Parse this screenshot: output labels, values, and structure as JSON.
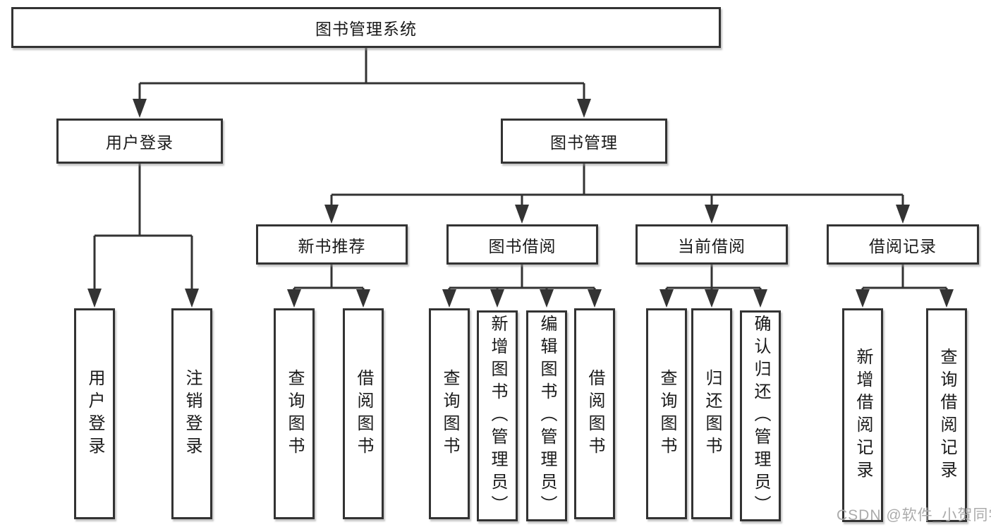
{
  "nodes": {
    "root": "图书管理系统",
    "user_login": "用户登录",
    "book_mgmt": "图书管理",
    "new_books": "新书推荐",
    "book_borrow": "图书借阅",
    "current_borrow": "当前借阅",
    "borrow_records": "借阅记录",
    "leaf_user_login": "用户登录",
    "leaf_logout": "注销登录",
    "leaf_nb_query": "查询图书",
    "leaf_nb_borrow": "借阅图书",
    "leaf_bb_query": "查询图书",
    "leaf_bb_add": "新增图书（管理员）",
    "leaf_bb_edit": "编辑图书（管理员）",
    "leaf_bb_borrow": "借阅图书",
    "leaf_cb_query": "查询图书",
    "leaf_cb_return": "归还图书",
    "leaf_cb_confirm": "确认归还（管理员）",
    "leaf_br_add": "新增借阅记录",
    "leaf_br_query": "查询借阅记录"
  },
  "hierarchy": {
    "root": "图书管理系统",
    "children": {
      "用户登录": [
        "用户登录",
        "注销登录"
      ],
      "图书管理": {
        "新书推荐": [
          "查询图书",
          "借阅图书"
        ],
        "图书借阅": [
          "查询图书",
          "新增图书（管理员）",
          "编辑图书（管理员）",
          "借阅图书"
        ],
        "当前借阅": [
          "查询图书",
          "归还图书",
          "确认归还（管理员）"
        ],
        "借阅记录": [
          "新增借阅记录",
          "查询借阅记录"
        ]
      }
    }
  },
  "watermark": "CSDN @软件_小贺同学",
  "colors": {
    "line": "#333333",
    "text": "#1a1a1a",
    "box_background": "#ffffff",
    "watermark": "#ababab",
    "background": "#ffffff"
  }
}
